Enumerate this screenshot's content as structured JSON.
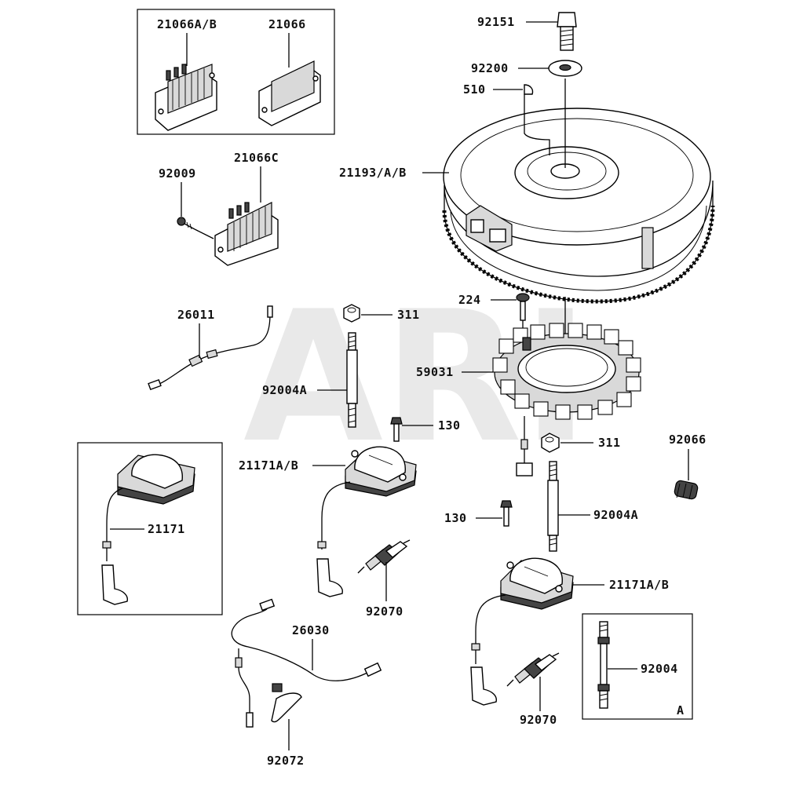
{
  "watermark": "ARI",
  "labels": {
    "p21066AB": "21066A/B",
    "p21066": "21066",
    "p92009": "92009",
    "p21066C": "21066C",
    "p26011": "26011",
    "p311a": "311",
    "p92004Aa": "92004A",
    "p130a": "130",
    "p21171ABa": "21171A/B",
    "p21171": "21171",
    "p92070a": "92070",
    "p26030": "26030",
    "p92072": "92072",
    "p92151": "92151",
    "p92200": "92200",
    "p510": "510",
    "p21193": "21193/A/B",
    "p224": "224",
    "p59031": "59031",
    "p311b": "311",
    "p92066": "92066",
    "p130b": "130",
    "p92004Ab": "92004A",
    "p21171ABb": "21171A/B",
    "p92070b": "92070",
    "p92004": "92004",
    "boxA": "A"
  }
}
